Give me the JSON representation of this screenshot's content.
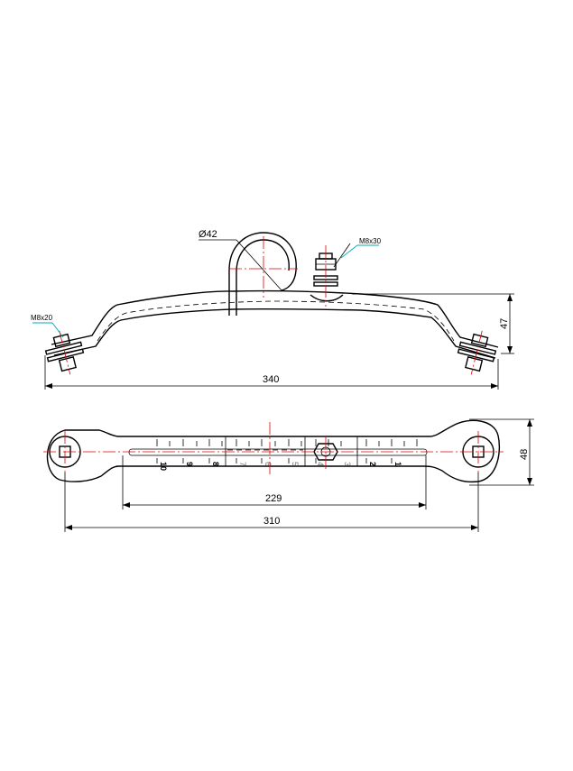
{
  "front_view": {
    "diameter_label": "Ø42",
    "bolt_top_label": "M8x30",
    "bolt_left_label": "M8x20",
    "height_dim": "47",
    "length_dim": "340"
  },
  "top_view": {
    "width_dim": "48",
    "slot_length_dim": "229",
    "hole_spacing_dim": "310",
    "scale_left": [
      "10",
      "9",
      "8",
      "7",
      "6",
      "5",
      "4",
      "3",
      "2",
      "1"
    ]
  },
  "colors": {
    "outline": "#000000",
    "centerline": "#e00000",
    "leader": "#00a9b5"
  }
}
